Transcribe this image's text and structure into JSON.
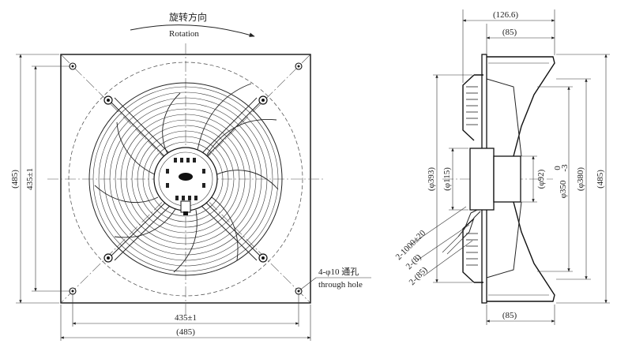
{
  "rotation": {
    "label_cn": "旋转方向",
    "label_en": "Rotation"
  },
  "front_view": {
    "dim_width_total": "(485)",
    "dim_width_holes": "435±1",
    "dim_height_total": "(485)",
    "dim_height_holes": "435±1",
    "hole_note_cn": "4-φ10 通孔",
    "hole_note_en": "through hole"
  },
  "side_view": {
    "dim_depth_total": "(126.6)",
    "dim_depth_top": "(85)",
    "dim_depth_bottom": "(85)",
    "dim_393": "(φ393)",
    "dim_115": "(φ115)",
    "dim_92": "(φ92)",
    "dim_350": "φ350",
    "dim_350_tol_upper": "0",
    "dim_350_tol_lower": "-3",
    "dim_380": "(φ380)",
    "dim_485": "(485)",
    "cable_length": "2-1000±20",
    "cable_8": "2-(8)",
    "cable_85": "2-(85)"
  }
}
